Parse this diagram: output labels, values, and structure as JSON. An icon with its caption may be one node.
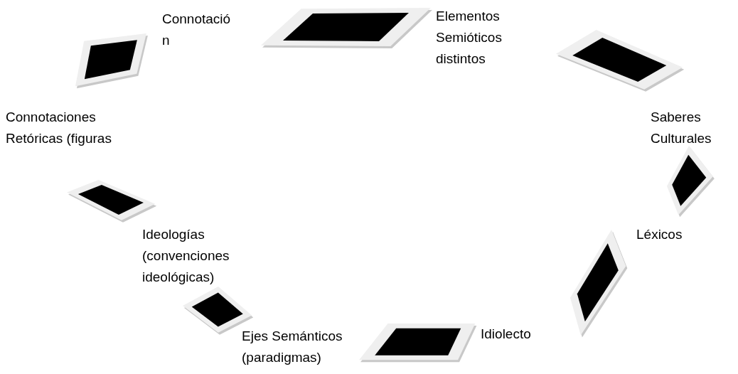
{
  "diagram": {
    "nodes": [
      {
        "text": [],
        "shape": "box"
      },
      {
        "text": [],
        "shape": "box"
      },
      {
        "text": [],
        "shape": "box"
      },
      {
        "text": [],
        "shape": "box"
      },
      {
        "text": [],
        "shape": "box"
      },
      {
        "text": [],
        "shape": "box"
      },
      {
        "text": [],
        "shape": "box"
      },
      {
        "text": [],
        "shape": "box"
      }
    ],
    "labels": [
      "Connotación",
      "Elementos Semióticos distintos",
      "Connotaciones Retóricas (figuras",
      "Saberes Culturales",
      "Ideologías (convenciones ideológicas)",
      "Léxicos",
      "Idiolecto",
      "Ejes Semánticos (paradigmas)"
    ]
  }
}
